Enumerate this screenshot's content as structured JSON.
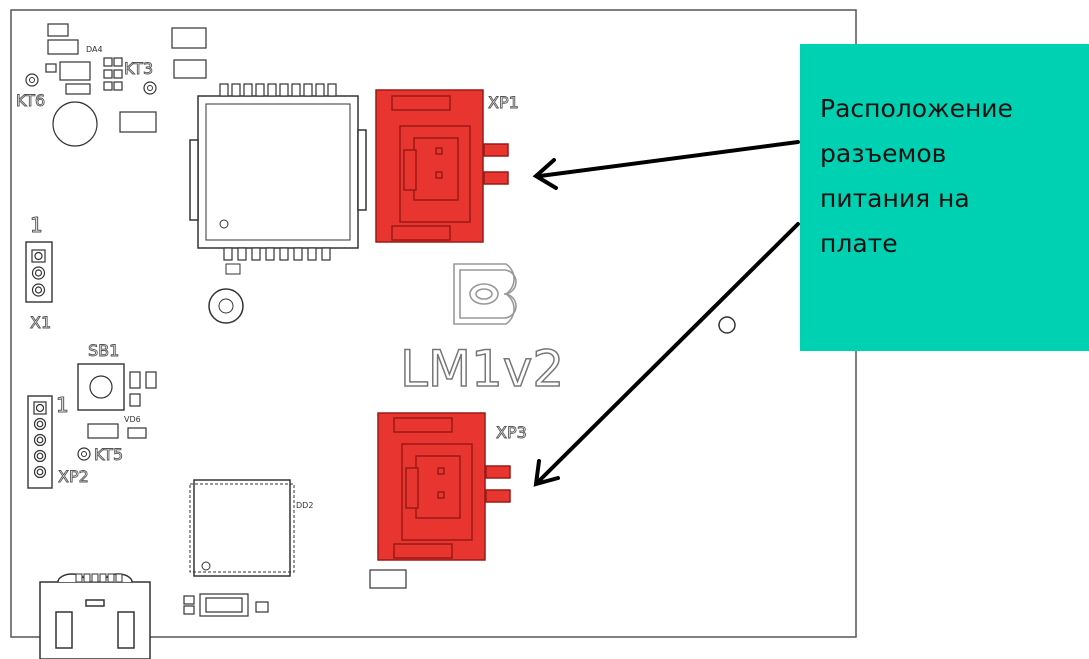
{
  "colors": {
    "board_outline": "#555555",
    "connector_fill": "#e8352f",
    "connector_stroke": "#9b1a16",
    "callout_bg": "#00d1b2",
    "arrow": "#000000"
  },
  "labels": {
    "xp1": "XP1",
    "xp2": "XP2",
    "xp3": "XP3",
    "x1": "X1",
    "kt3": "KT3",
    "kt5": "KT5",
    "kt6": "KT6",
    "sb1": "SB1",
    "da4": "DA4",
    "dd2": "DD2",
    "vd6": "VD6",
    "pin1_top": "1",
    "pin1_left": "1",
    "board_name": "LM1v2"
  },
  "callout": {
    "text": "Расположение\nразъемов\nпитания на\nплате"
  }
}
